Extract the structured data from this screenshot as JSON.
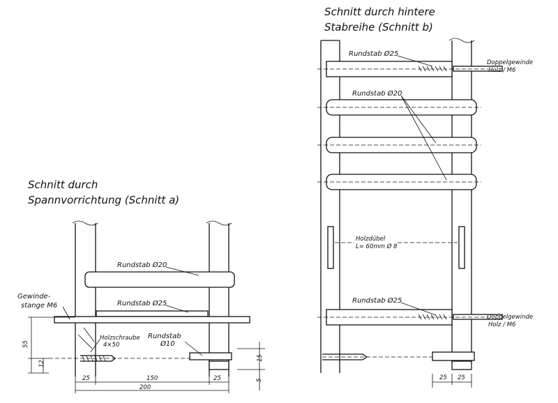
{
  "section_a": {
    "title_line1": "Schnitt durch",
    "title_line2": "Spannvorrichtung  (Schnitt a)",
    "label_rundstab_20": "Rundstab Ø20",
    "label_rundstab_25": "Rundstab Ø25",
    "label_gewinde_1": "Gewinde-",
    "label_gewinde_2": "stange M6",
    "label_holzschraube_1": "Holzschraube",
    "label_holzschraube_2": "4×50",
    "label_rundstab_10_1": "Rundstab",
    "label_rundstab_10_2": "Ø10",
    "dims": {
      "d25_left": "25",
      "d150": "150",
      "d25_right": "25",
      "d200": "200",
      "d55": "55",
      "d12": "12",
      "d15": "15",
      "d5": "5"
    }
  },
  "section_b": {
    "title_line1": "Schnitt durch hintere",
    "title_line2": "Stabreihe  (Schnitt b)",
    "label_rundstab_25_top": "Rundstab Ø25",
    "label_doppel_top_1": "Doppelgewinde",
    "label_doppel_top_2": "Holz / M6",
    "label_rundstab_20": "Rundstab Ø20",
    "label_holzduebel_1": "Holzdübel",
    "label_holzduebel_2": "L= 60mm  Ø 8",
    "label_rundstab_25_bottom": "Rundstab Ø25",
    "label_doppel_bottom_1": "Doppelgewinde",
    "label_doppel_bottom_2": "Holz / M6",
    "dims": {
      "d25_left": "25",
      "d25_right": "25"
    }
  }
}
